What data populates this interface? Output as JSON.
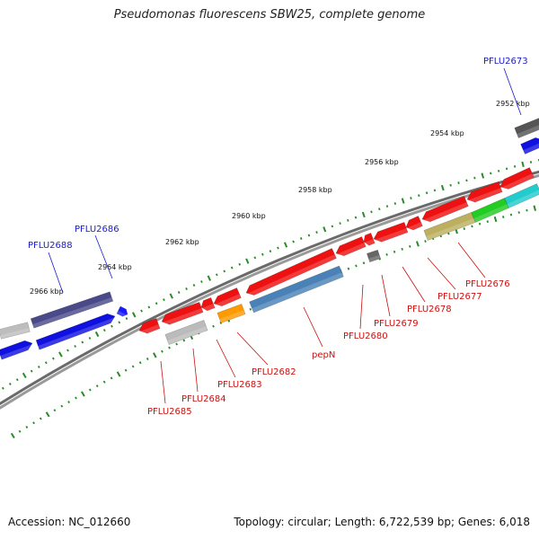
{
  "title": "Pseudomonas fluorescens SBW25, complete genome",
  "footer": {
    "accession": "Accession: NC_012660",
    "summary": "Topology: circular; Length: 6,722,539 bp; Genes: 6,018"
  },
  "colors": {
    "tick": "#2a8a2a",
    "backbone": "#808080",
    "label_forward": "#1a1ad0",
    "label_reverse": "#cc1010",
    "ruler_text": "#111111"
  },
  "ruler_labels": [
    "2952 kbp",
    "2954 kbp",
    "2956 kbp",
    "2958 kbp",
    "2960 kbp",
    "2962 kbp",
    "2964 kbp",
    "2966 kbp"
  ],
  "forward_gene_labels": [
    "PFLU2673",
    "PFLU2686",
    "PFLU2688"
  ],
  "reverse_gene_labels": [
    "PFLU2676",
    "PFLU2677",
    "PFLU2678",
    "PFLU2679",
    "PFLU2680",
    "pepN",
    "PFLU2682",
    "PFLU2683",
    "PFLU2684",
    "PFLU2685"
  ]
}
